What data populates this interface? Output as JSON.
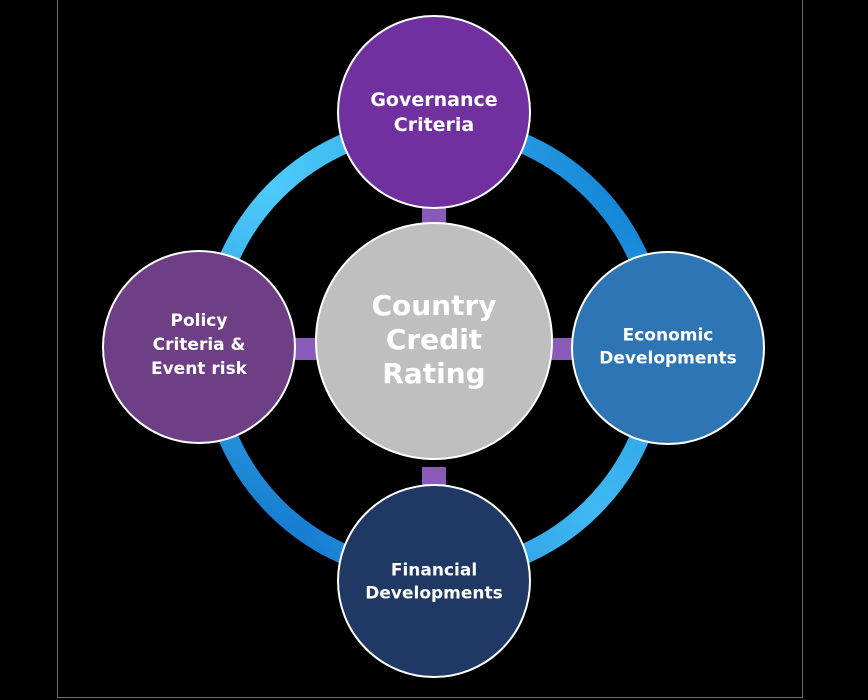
{
  "center": {
    "lines": [
      "Country",
      "Credit",
      "Rating"
    ],
    "color": "#bfbfbf"
  },
  "nodes": {
    "governance": {
      "lines": [
        "Governance",
        "Criteria"
      ],
      "color": "#7030a0"
    },
    "economic": {
      "lines": [
        "Economic",
        "Developments"
      ],
      "color": "#2e75b6"
    },
    "financial": {
      "lines": [
        "Financial",
        "Developments"
      ],
      "color": "#1f3864"
    },
    "policy": {
      "lines": [
        "Policy",
        "Criteria &",
        "Event risk"
      ],
      "color": "#6f3f86"
    }
  },
  "ring_colors": [
    "#4fd0ff",
    "#0a78d0",
    "#7b62c4"
  ],
  "connector_color": "#8a5ab8"
}
